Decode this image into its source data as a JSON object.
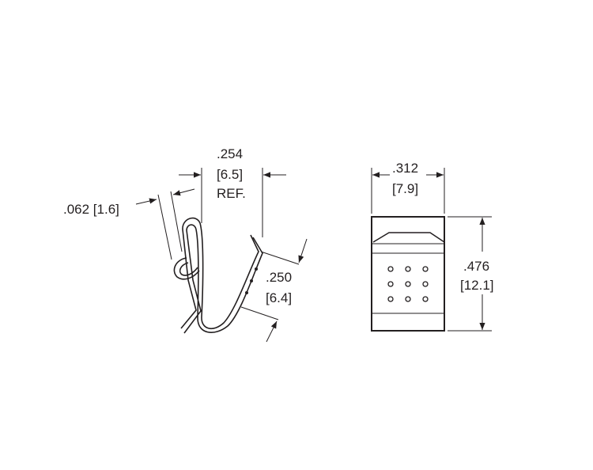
{
  "drawing": {
    "colors": {
      "ink": "#231f20",
      "background": "#ffffff"
    },
    "side_view": {
      "thickness_dim": ".062 [1.6]",
      "width_dim": {
        "inch": ".254",
        "mm": "[6.5]",
        "note": "REF."
      },
      "depth_dim": {
        "inch": ".250",
        "mm": "[6.4]"
      }
    },
    "front_view": {
      "width_dim": {
        "inch": ".312",
        "mm": "[7.9]"
      },
      "height_dim": {
        "inch": ".476",
        "mm": "[12.1]"
      },
      "hole_grid": {
        "rows": 3,
        "cols": 3
      }
    }
  }
}
